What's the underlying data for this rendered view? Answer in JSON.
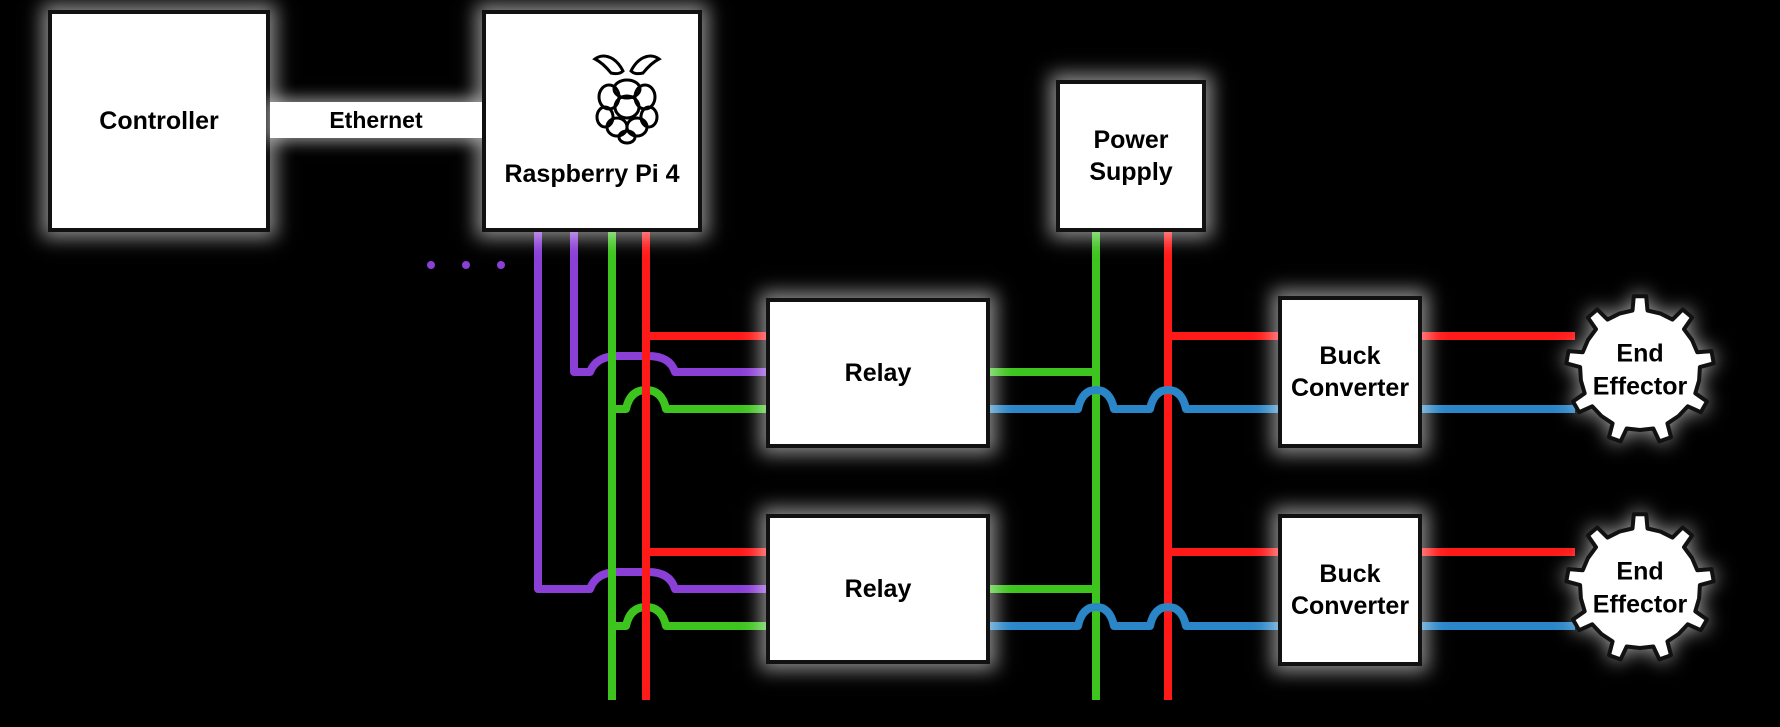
{
  "nodes": {
    "controller": "Controller",
    "ethernet": "Ethernet",
    "raspberry_pi": "Raspberry Pi 4",
    "power_supply": "Power\nSupply",
    "relay_1": "Relay",
    "relay_2": "Relay",
    "buck_converter_1": "Buck\nConverter",
    "buck_converter_2": "Buck\nConverter",
    "end_effector_1": "End\nEffector",
    "end_effector_2": "End\nEffector"
  },
  "icons": {
    "raspberry_pi_logo": "raspberry-pi-logo",
    "end_effector_shape": "gear"
  },
  "wire_colors": {
    "signal": "#8a3fd6",
    "ground": "#3ec41f",
    "power": "#ff1a1a",
    "output": "#2b86c8"
  }
}
